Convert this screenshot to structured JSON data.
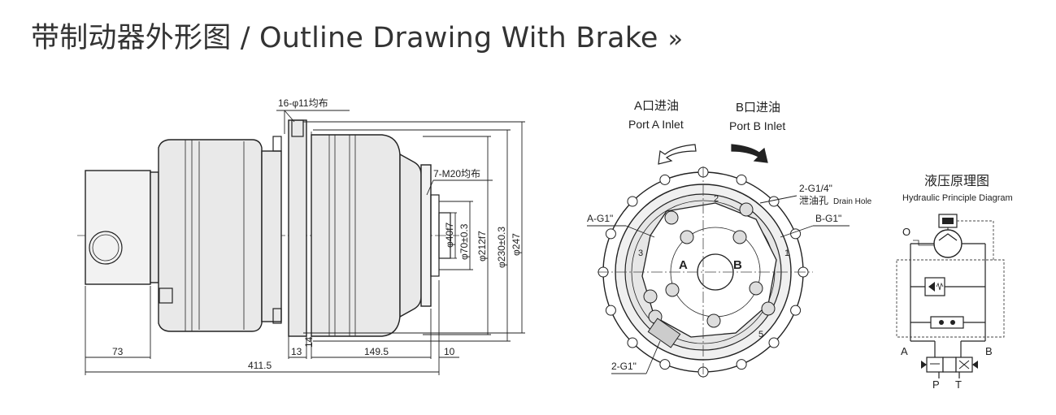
{
  "header": {
    "title": "带制动器外形图 / Outline Drawing With Brake",
    "chevron": "»"
  },
  "side_view": {
    "bolt_note": "16-φ11均布",
    "thread_note": "7-M20均布",
    "dia_40": "φ40f7",
    "dia_70": "φ70±0.3",
    "dia_212": "φ212f7",
    "dia_230": "φ230±0.3",
    "dia_247": "φ247",
    "dim_14": "14",
    "dim_73": "73",
    "dim_13": "13",
    "dim_149": "149.5",
    "dim_10": "10",
    "dim_411": "411.5"
  },
  "front_view": {
    "port_a_cn": "A口进油",
    "port_a_en": "Port A Inlet",
    "port_b_cn": "B口进油",
    "port_b_en": "Port B Inlet",
    "drain_spec": "2-G1/4\"",
    "drain_cn": "泄油孔",
    "drain_en": "Drain Hole",
    "a_g1": "A-G1\"",
    "b_g1": "B-G1\"",
    "two_g1": "2-G1\"",
    "mark_a": "A",
    "mark_b": "B",
    "n1": "1",
    "n2": "2",
    "n3": "3",
    "n5": "5"
  },
  "hydraulic": {
    "title_cn": "液压原理图",
    "title_en": "Hydraulic Principle Diagram",
    "o": "O",
    "a": "A",
    "b": "B",
    "p": "P",
    "t": "T"
  }
}
